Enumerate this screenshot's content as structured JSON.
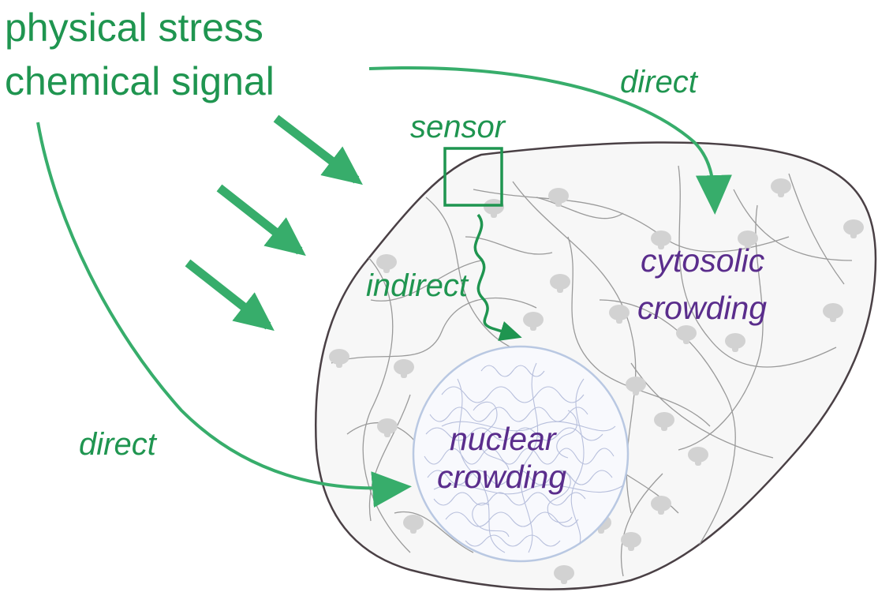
{
  "colors": {
    "green": "#1f9550",
    "arrow_green": "#37ad6b",
    "purple": "#5a2d8c",
    "cell_outline": "#4a4045",
    "cell_fill": "#f7f7f7",
    "nucleus_outline": "#b9c8e2",
    "filament": "#9a9a9a",
    "crowder": "#d2d2d2"
  },
  "labels": {
    "stimulus_line1": "physical stress",
    "stimulus_line2": "chemical signal",
    "sensor": "sensor",
    "indirect": "indirect",
    "direct_top": "direct",
    "direct_bottom": "direct",
    "cytosolic_line1": "cytosolic",
    "cytosolic_line2": "crowding",
    "nuclear_line1": "nuclear",
    "nuclear_line2": "crowding"
  },
  "icons": {
    "sensor": "square-outline-icon",
    "crowder": "mushroom-blob-icon",
    "arrows": "filled-arrowhead-icon"
  }
}
